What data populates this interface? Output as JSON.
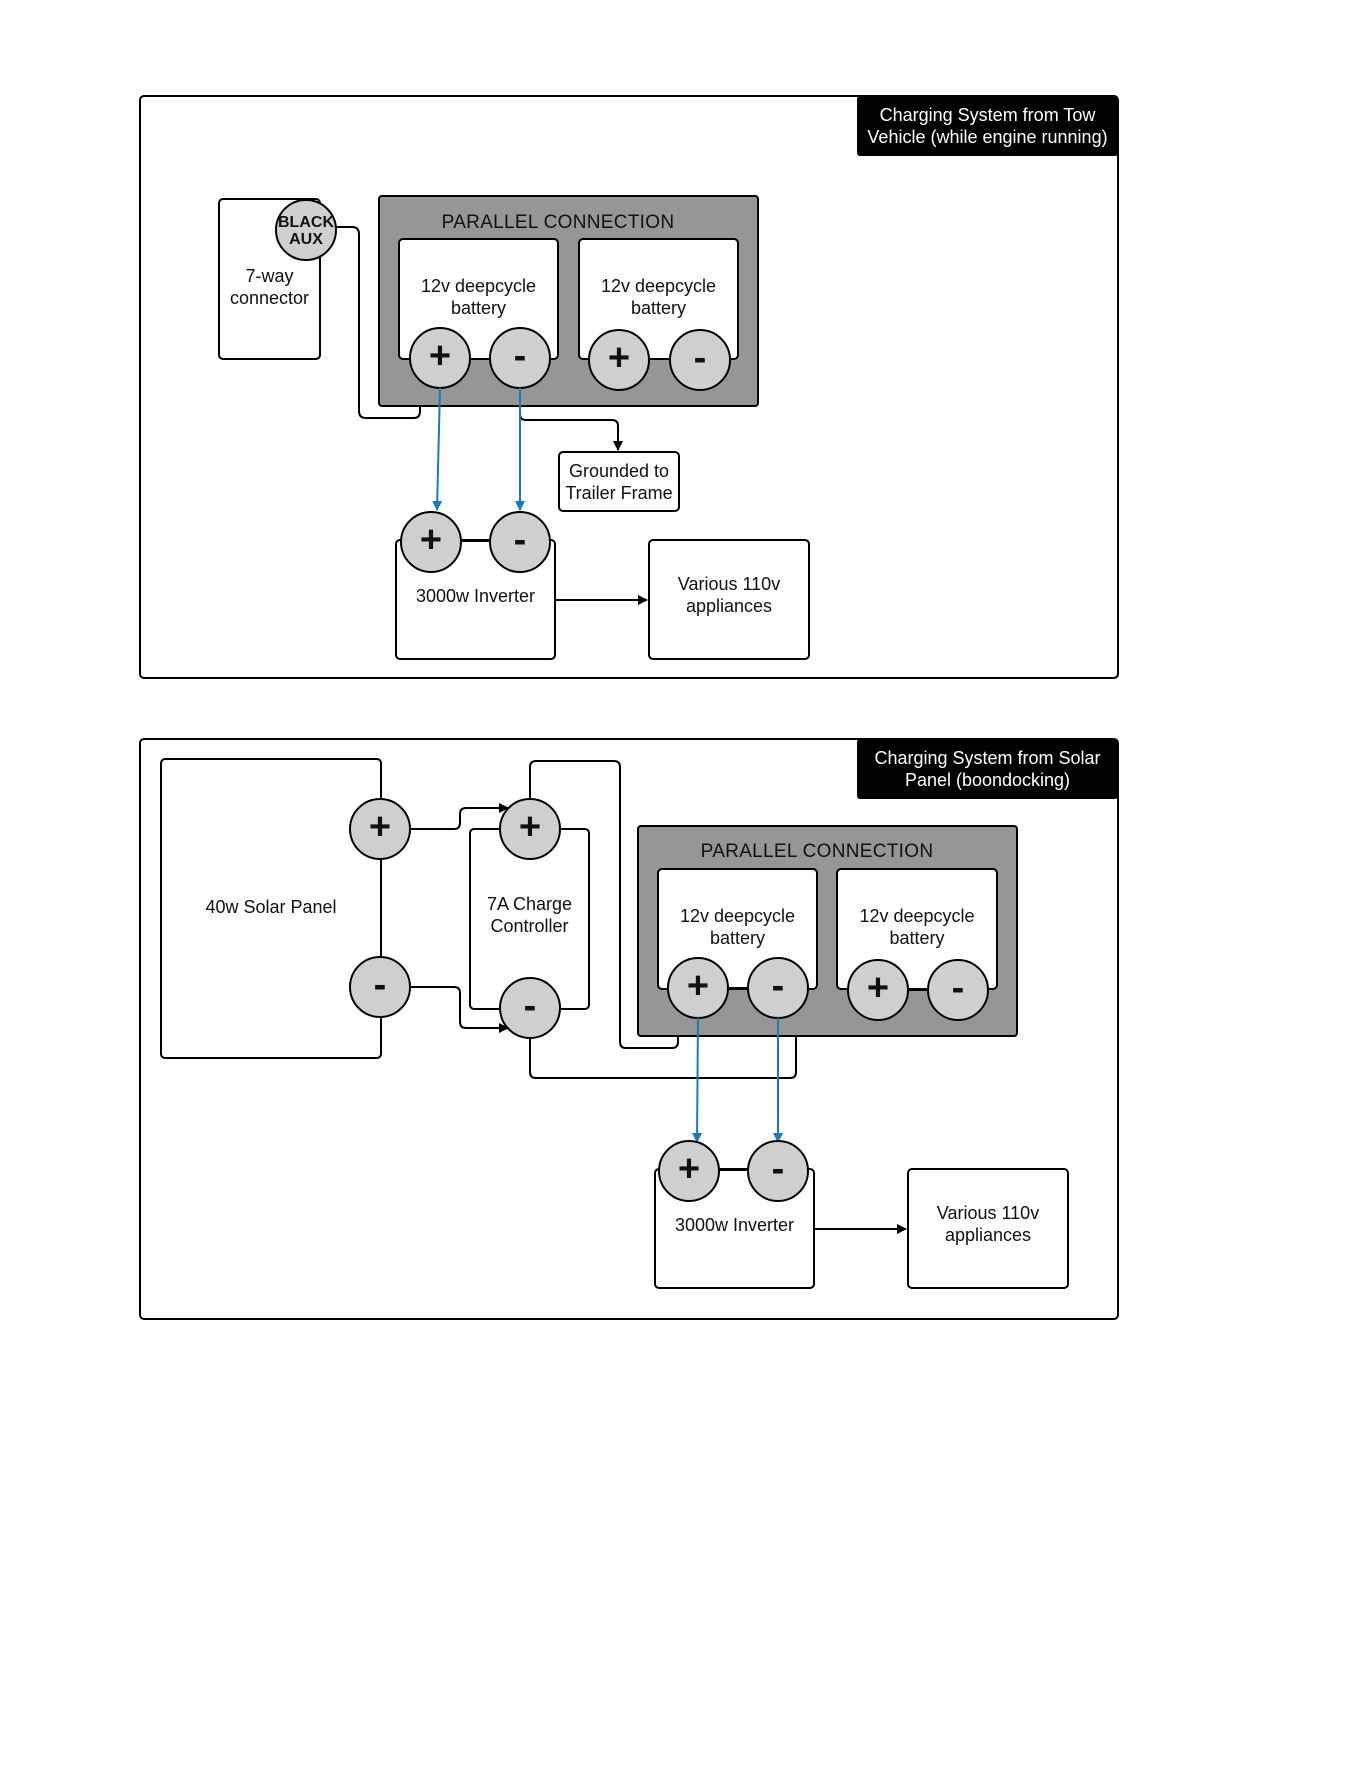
{
  "colors": {
    "group_fill": "#969696",
    "terminal_fill": "#cfcfcf",
    "wire": "#000000",
    "dc_wire": "#1a7bb9",
    "title_bg": "#000000"
  },
  "panel1": {
    "title": "Charging System from Tow Vehicle (while engine running)",
    "connector": "7-way connector",
    "aux": "BLACK AUX",
    "group_label": "PARALLEL CONNECTION",
    "battery1": "12v deepcycle battery",
    "battery2": "12v deepcycle battery",
    "ground": "Grounded to Trailer Frame",
    "inverter": "3000w Inverter",
    "appliances": "Various 110v appliances",
    "plus": "+",
    "minus": "-"
  },
  "panel2": {
    "title": "Charging System from Solar Panel (boondocking)",
    "solar": "40w Solar Panel",
    "controller": "7A Charge Controller",
    "group_label": "PARALLEL CONNECTION",
    "battery1": "12v deepcycle battery",
    "battery2": "12v deepcycle battery",
    "inverter": "3000w Inverter",
    "appliances": "Various 110v appliances",
    "plus": "+",
    "minus": "-"
  }
}
